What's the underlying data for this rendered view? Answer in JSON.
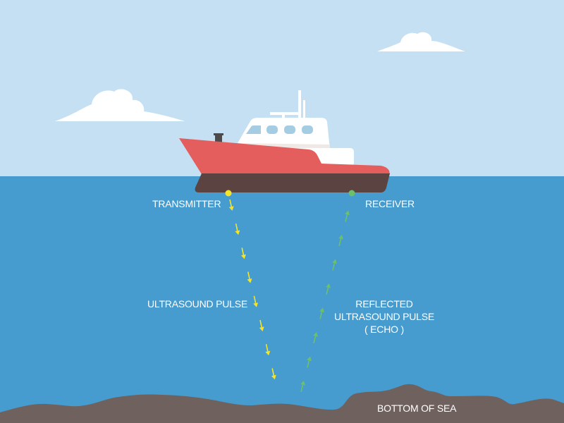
{
  "colors": {
    "sky": "#c5e0f3",
    "sea": "#469bcf",
    "seabed": "#6f625e",
    "hull_red": "#e35e5d",
    "hull_bottom": "#5a4341",
    "transmitter": "#f5e52a",
    "receiver": "#6cc06a",
    "pulse": "#f5e52a",
    "echo": "#6cc06a"
  },
  "labels": {
    "transmitter": "TRANSMITTER",
    "receiver": "RECEIVER",
    "pulse": "ULTRASOUND PULSE",
    "echo_line1": "REFLECTED",
    "echo_line2": "ULTRASOUND PULSE",
    "echo_line3": "( ECHO )",
    "seabed": "BOTTOM OF SEA"
  }
}
